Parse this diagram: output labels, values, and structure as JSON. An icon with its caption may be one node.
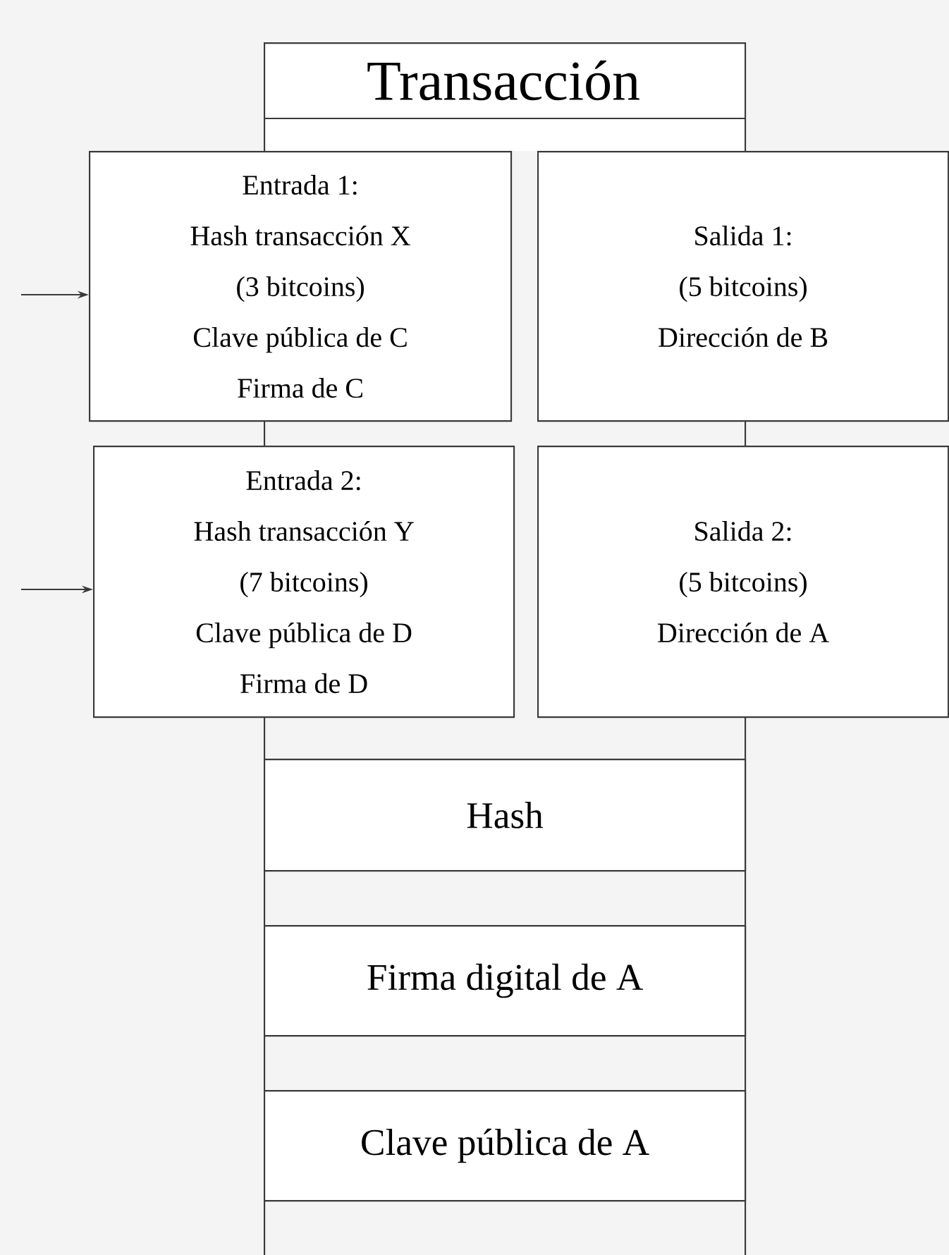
{
  "diagram": {
    "nodes": [
      {
        "text": [
          "Transacción"
        ]
      },
      {
        "text": [
          "Entrada 1:",
          "Hash transacción X",
          "(3 bitcoins)",
          "Clave pública de C",
          "Firma de C"
        ]
      },
      {
        "text": [
          "Salida 1:",
          "(5 bitcoins)",
          "Dirección de B"
        ]
      },
      {
        "text": [
          "Entrada 2:",
          "Hash transacción Y",
          "(7 bitcoins)",
          "Clave pública de D",
          "Firma de D"
        ]
      },
      {
        "text": [
          "Salida 2:",
          "(5 bitcoins)",
          "Dirección de A"
        ]
      },
      {
        "text": [
          "Hash"
        ],
        "in": 0
      },
      {
        "text": [
          "Firma digital de A"
        ],
        "in": 0
      },
      {
        "text": [
          "Clave pública de A"
        ],
        "in": 0
      }
    ],
    "edges": [
      {
        "from": null,
        "to": 1,
        "arrow": "to"
      },
      {
        "from": null,
        "to": 3,
        "arrow": "to"
      }
    ]
  }
}
